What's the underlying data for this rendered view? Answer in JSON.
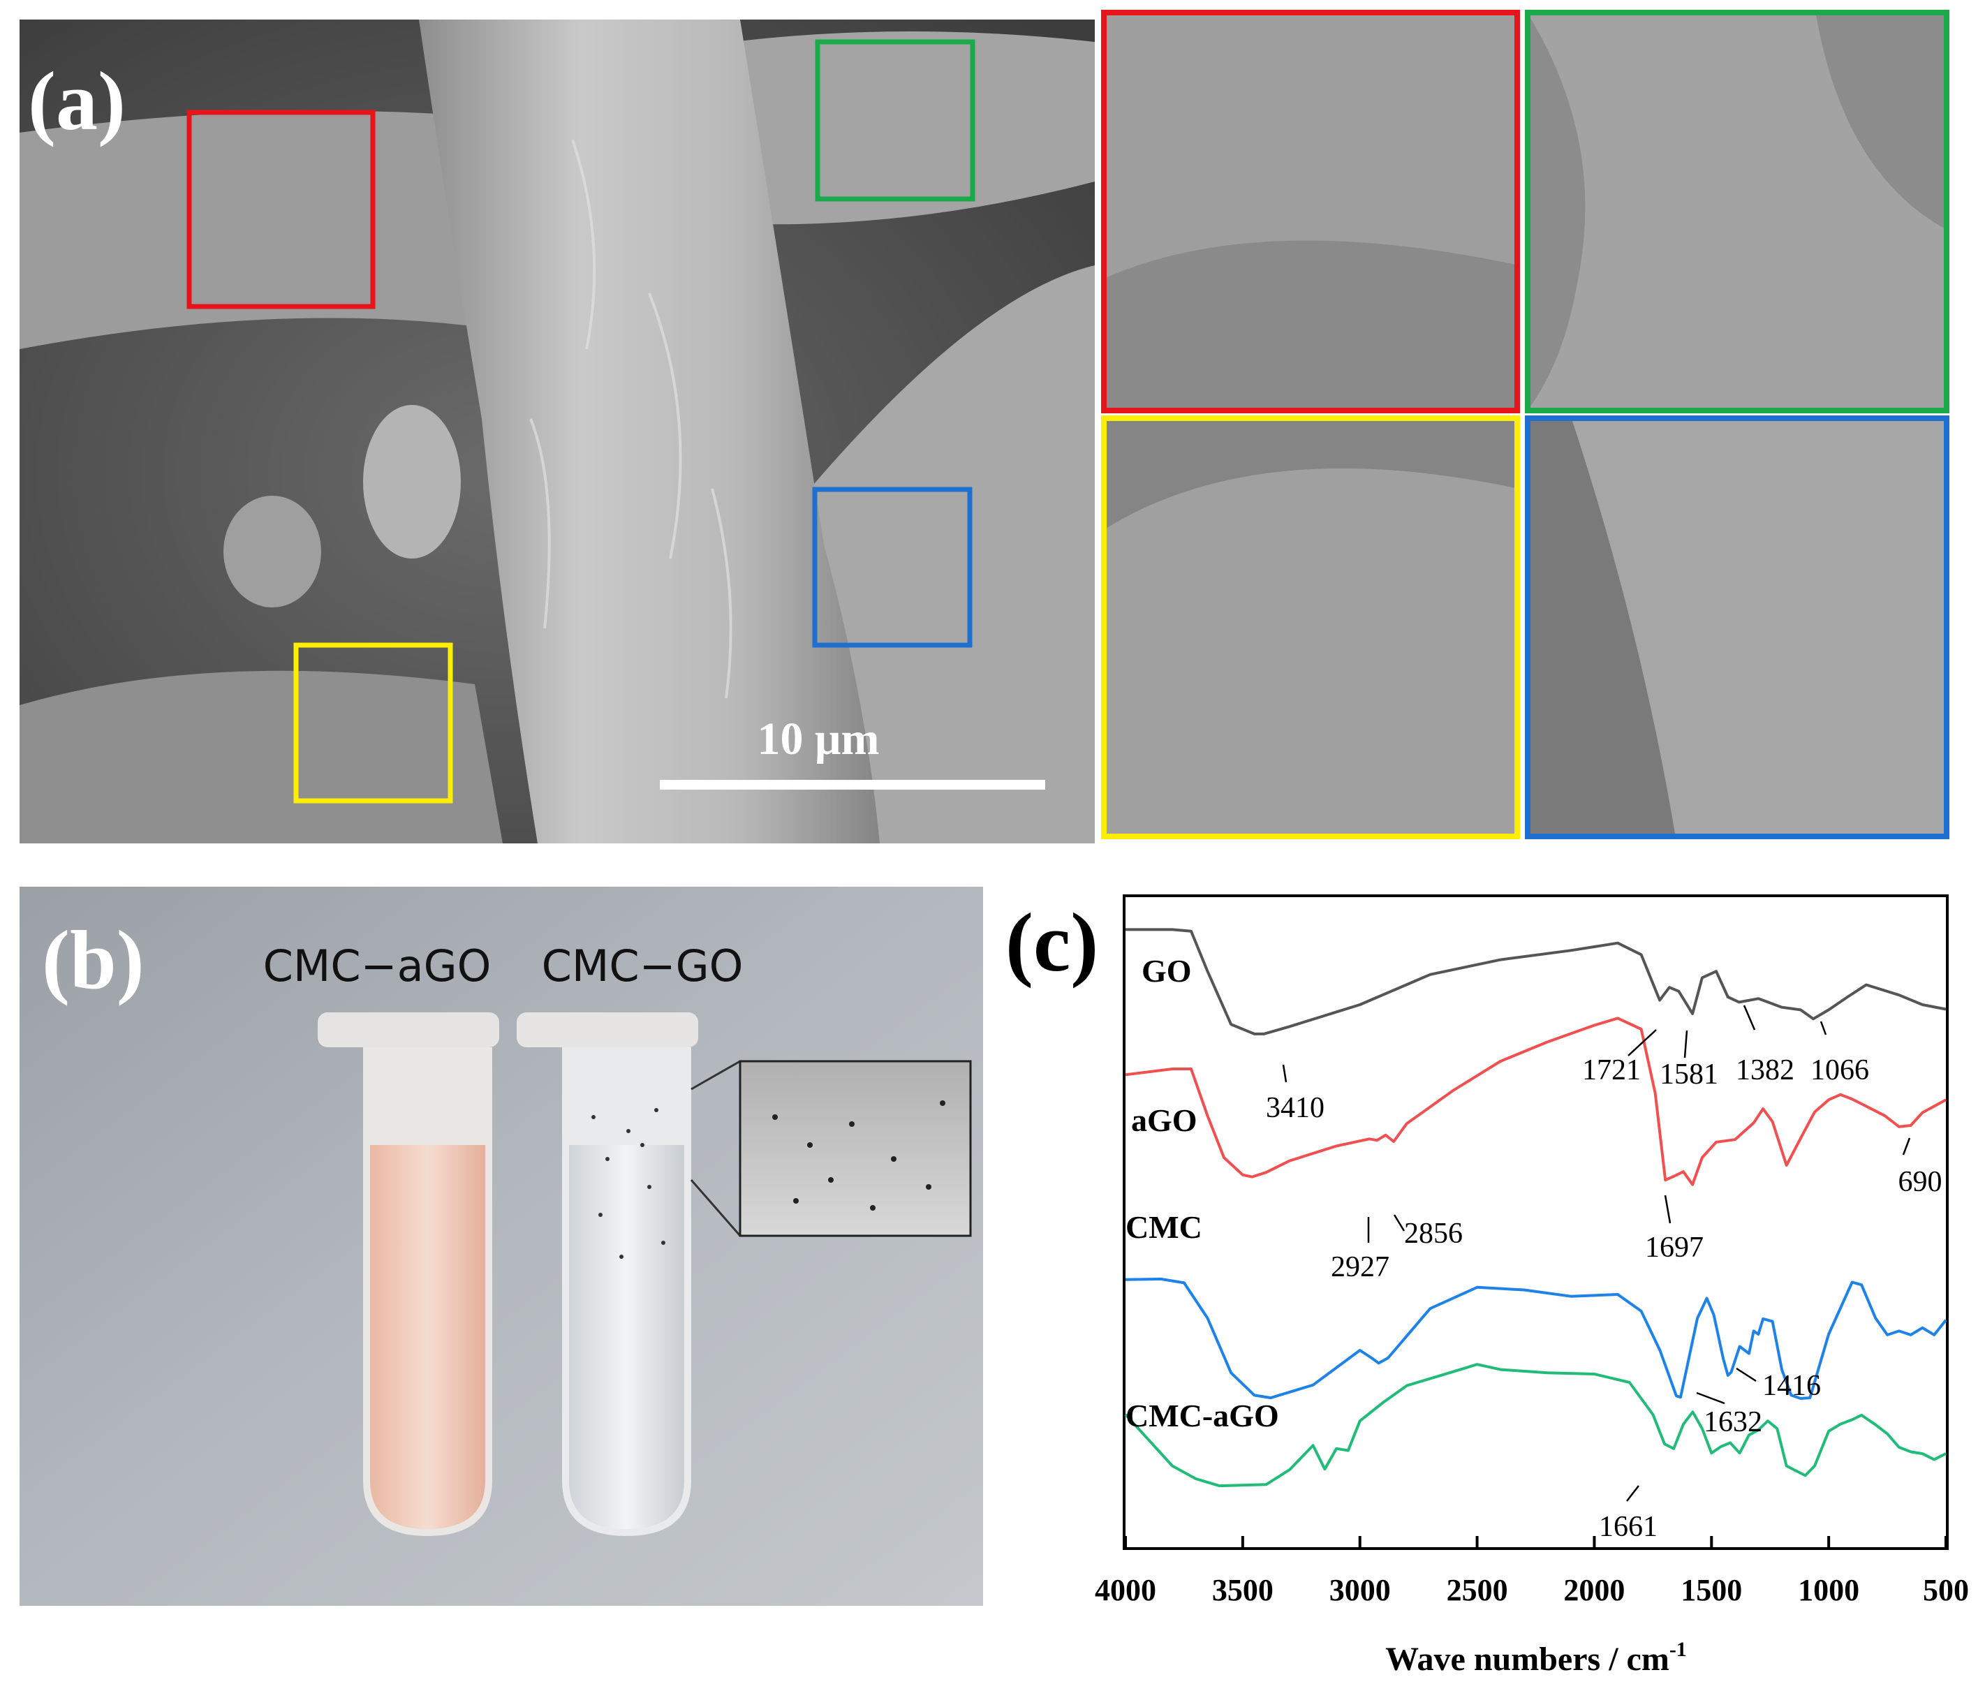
{
  "panel_a": {
    "letter": "(a)",
    "scale_bar_label": "10 μm",
    "box_colors": {
      "red": "#e8141c",
      "green": "#1aaa4a",
      "yellow": "#ffee00",
      "blue": "#1f6fd1"
    }
  },
  "panel_b": {
    "letter": "(b)",
    "tube_labels": [
      "CMC−aGO",
      "CMC−GO"
    ],
    "tube_colors": {
      "cmc_ago": "#f2cfc0",
      "cmc_go": "#e6eaee"
    }
  },
  "panel_c": {
    "letter": "(c)",
    "xlabel_main": "Wave numbers / cm",
    "xlabel_sup": "-1",
    "series_labels": [
      "GO",
      "aGO",
      "CMC",
      "CMC-aGO"
    ],
    "series_colors": [
      "#555555",
      "#f05050",
      "#1e82e6",
      "#22bb7a"
    ],
    "peak_labels": {
      "go": [
        "3410",
        "1721",
        "1581",
        "1382",
        "1066"
      ],
      "ago": [
        "2927",
        "2856",
        "1697",
        "690"
      ],
      "cmc": [
        "1416",
        "1632"
      ],
      "cmc_ago": [
        "1661"
      ]
    }
  },
  "chart_data": {
    "type": "line",
    "xlabel": "Wave numbers / cm-1",
    "ylabel": "",
    "xlim": [
      4000,
      500
    ],
    "x_ticks": [
      4000,
      3500,
      3000,
      2500,
      2000,
      1500,
      1000,
      500
    ],
    "y_ticks_shown": false,
    "series": [
      {
        "name": "GO",
        "color": "#555555",
        "x": [
          4000,
          3800,
          3720,
          3650,
          3550,
          3450,
          3410,
          3300,
          3000,
          2700,
          2400,
          2100,
          1900,
          1800,
          1721,
          1680,
          1640,
          1581,
          1540,
          1480,
          1430,
          1382,
          1300,
          1200,
          1120,
          1066,
          1000,
          920,
          840,
          700,
          600,
          500
        ],
        "y": [
          0.91,
          0.91,
          0.905,
          0.78,
          0.615,
          0.585,
          0.585,
          0.608,
          0.676,
          0.77,
          0.816,
          0.845,
          0.868,
          0.832,
          0.69,
          0.73,
          0.718,
          0.648,
          0.76,
          0.78,
          0.7,
          0.684,
          0.695,
          0.668,
          0.66,
          0.632,
          0.66,
          0.7,
          0.738,
          0.706,
          0.676,
          0.662
        ]
      },
      {
        "name": "aGO",
        "color": "#f05050",
        "x": [
          4000,
          3800,
          3720,
          3650,
          3580,
          3500,
          3460,
          3400,
          3300,
          3100,
          2960,
          2927,
          2890,
          2856,
          2800,
          2600,
          2400,
          2200,
          2000,
          1900,
          1800,
          1740,
          1697,
          1660,
          1620,
          1581,
          1540,
          1480,
          1400,
          1320,
          1280,
          1240,
          1180,
          1120,
          1060,
          1000,
          950,
          900,
          840,
          760,
          700,
          650,
          600,
          500
        ],
        "y": [
          0.458,
          0.476,
          0.476,
          0.33,
          0.2,
          0.146,
          0.14,
          0.154,
          0.19,
          0.236,
          0.258,
          0.254,
          0.27,
          0.25,
          0.306,
          0.41,
          0.5,
          0.56,
          0.612,
          0.634,
          0.6,
          0.4,
          0.13,
          0.142,
          0.156,
          0.116,
          0.2,
          0.248,
          0.256,
          0.308,
          0.352,
          0.312,
          0.176,
          0.26,
          0.342,
          0.38,
          0.396,
          0.382,
          0.36,
          0.33,
          0.296,
          0.3,
          0.34,
          0.38
        ]
      },
      {
        "name": "CMC",
        "color": "#1e82e6",
        "x": [
          4000,
          3850,
          3750,
          3650,
          3550,
          3450,
          3380,
          3200,
          3000,
          2950,
          2920,
          2880,
          2700,
          2500,
          2300,
          2100,
          1900,
          1800,
          1720,
          1650,
          1632,
          1560,
          1520,
          1490,
          1450,
          1430,
          1416,
          1380,
          1340,
          1320,
          1300,
          1280,
          1240,
          1200,
          1160,
          1120,
          1080,
          1000,
          900,
          860,
          800,
          750,
          700,
          650,
          600,
          550,
          500
        ],
        "y": [
          -0.18,
          -0.178,
          -0.19,
          -0.3,
          -0.47,
          -0.54,
          -0.548,
          -0.508,
          -0.4,
          -0.424,
          -0.44,
          -0.424,
          -0.27,
          -0.204,
          -0.212,
          -0.232,
          -0.226,
          -0.278,
          -0.4,
          -0.542,
          -0.546,
          -0.3,
          -0.238,
          -0.29,
          -0.426,
          -0.478,
          -0.468,
          -0.388,
          -0.41,
          -0.34,
          -0.35,
          -0.302,
          -0.31,
          -0.46,
          -0.54,
          -0.55,
          -0.548,
          -0.35,
          -0.188,
          -0.196,
          -0.3,
          -0.352,
          -0.34,
          -0.352,
          -0.33,
          -0.352,
          -0.306
        ]
      },
      {
        "name": "CMC-aGO",
        "color": "#22bb7a",
        "x": [
          4000,
          3900,
          3800,
          3700,
          3600,
          3400,
          3300,
          3200,
          3150,
          3100,
          3050,
          3000,
          2900,
          2800,
          2600,
          2500,
          2400,
          2200,
          2000,
          1850,
          1750,
          1700,
          1661,
          1620,
          1580,
          1540,
          1500,
          1460,
          1420,
          1380,
          1340,
          1300,
          1260,
          1220,
          1180,
          1100,
          1060,
          1000,
          950,
          900,
          860,
          800,
          750,
          700,
          650,
          600,
          550,
          500
        ],
        "y": [
          -0.6,
          -0.68,
          -0.76,
          -0.8,
          -0.822,
          -0.818,
          -0.772,
          -0.696,
          -0.77,
          -0.706,
          -0.712,
          -0.62,
          -0.562,
          -0.51,
          -0.466,
          -0.444,
          -0.46,
          -0.47,
          -0.474,
          -0.5,
          -0.6,
          -0.692,
          -0.706,
          -0.63,
          -0.592,
          -0.644,
          -0.72,
          -0.7,
          -0.688,
          -0.72,
          -0.664,
          -0.648,
          -0.62,
          -0.644,
          -0.76,
          -0.79,
          -0.76,
          -0.652,
          -0.63,
          -0.616,
          -0.602,
          -0.632,
          -0.66,
          -0.702,
          -0.716,
          -0.722,
          -0.74,
          -0.722
        ]
      }
    ]
  }
}
